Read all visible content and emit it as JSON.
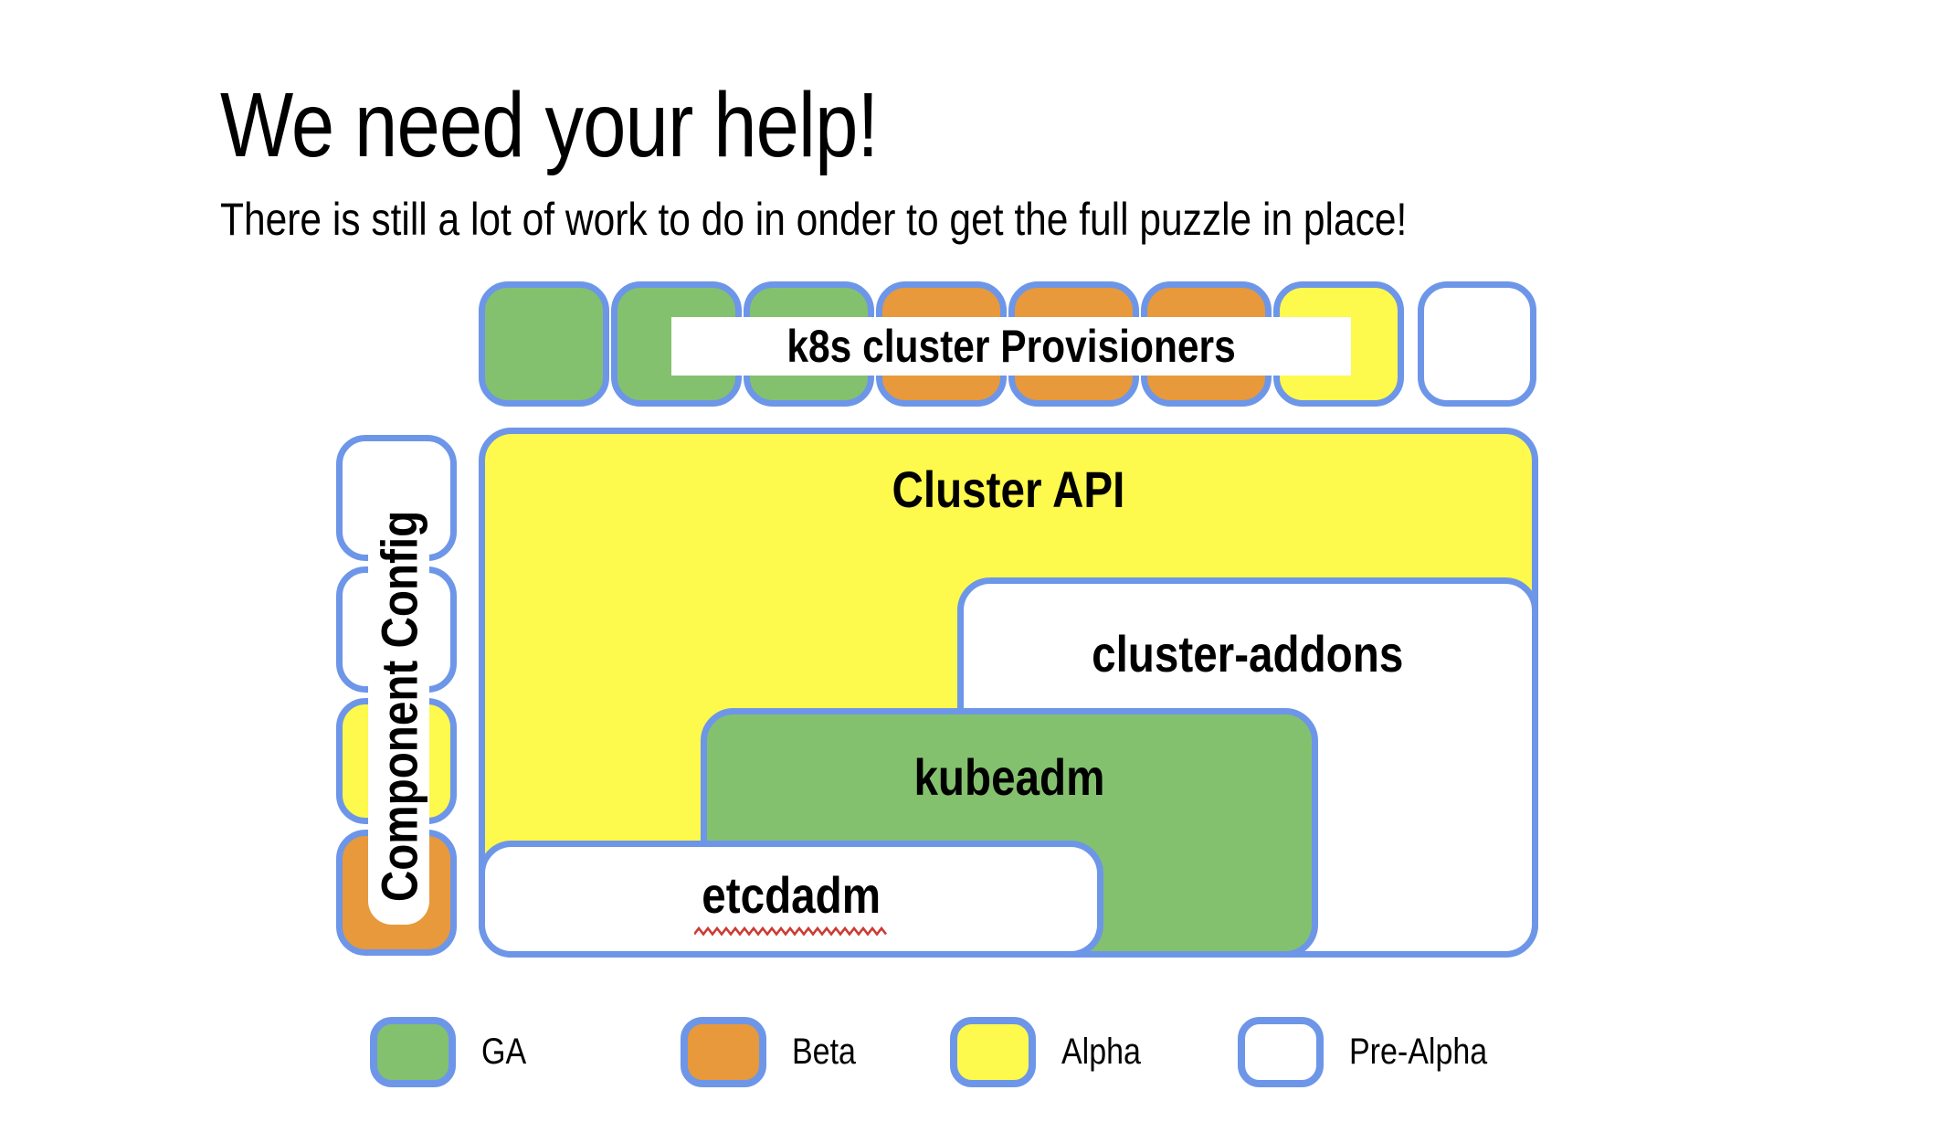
{
  "title": "We need your help!",
  "subtitle": "There is still a lot of work to do in onder to get the full puzzle in place!",
  "puzzle": {
    "provisioners_label": "k8s cluster Provisioners",
    "top_row_pieces": [
      "green",
      "green",
      "green",
      "orange",
      "orange",
      "orange",
      "yellow",
      "white"
    ],
    "component_config": {
      "label": "Component Config",
      "pieces": [
        "white",
        "white",
        "yellow",
        "orange"
      ]
    },
    "boxes": [
      {
        "id": "cluster-api",
        "label": "Cluster API",
        "color": "yellow"
      },
      {
        "id": "cluster-addons",
        "label": "cluster-addons",
        "color": "white"
      },
      {
        "id": "kubeadm",
        "label": "kubeadm",
        "color": "green"
      },
      {
        "id": "etcdadm",
        "label": "etcdadm",
        "color": "white",
        "spellcheck_underline": true
      }
    ]
  },
  "legend": [
    {
      "label": "GA",
      "color": "green"
    },
    {
      "label": "Beta",
      "color": "orange"
    },
    {
      "label": "Alpha",
      "color": "yellow"
    },
    {
      "label": "Pre-Alpha",
      "color": "white"
    }
  ],
  "colors": {
    "green": "#84c16e",
    "orange": "#e8993c",
    "yellow": "#fdf94d",
    "white": "#ffffff",
    "border_blue": "#6d96e8",
    "text": "#000000",
    "squiggle_red": "#cc3b33"
  }
}
